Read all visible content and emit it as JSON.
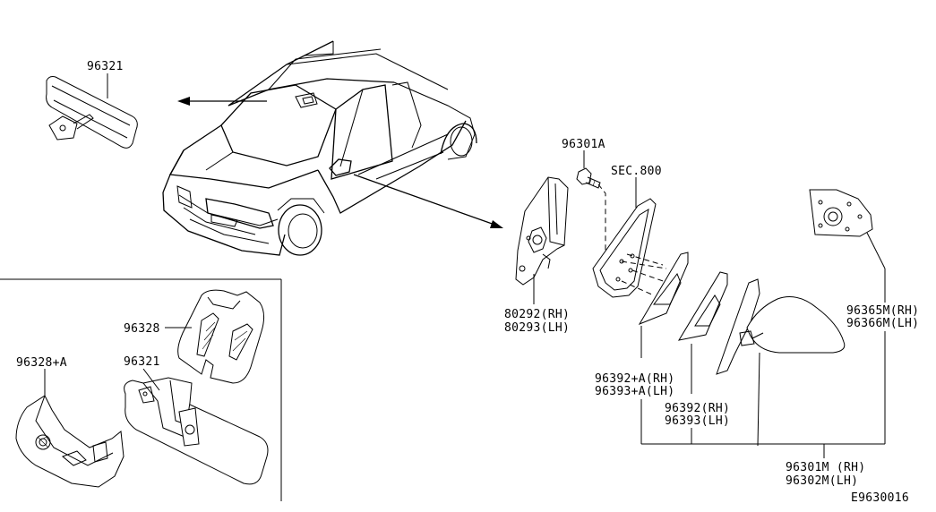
{
  "labels": {
    "inner_mirror_top": "96321",
    "inner_cover": "96328",
    "inner_cover_a": "96328+A",
    "inner_mirror_inset": "96321",
    "bolt": "96301A",
    "section": "SEC.800",
    "corner_finisher_rh": "80292(RH)",
    "corner_finisher_lh": "80293(LH)",
    "seal_rh": "96392+A(RH)",
    "seal_lh": "96393+A(LH)",
    "gasket_rh": "96392(RH)",
    "gasket_lh": "96393(LH)",
    "glass_rh": "96365M(RH)",
    "glass_lh": "96366M(LH)",
    "mirror_assy_rh": "96301M (RH)",
    "mirror_assy_lh": "96302M(LH)",
    "drawing_code": "E9630016"
  }
}
